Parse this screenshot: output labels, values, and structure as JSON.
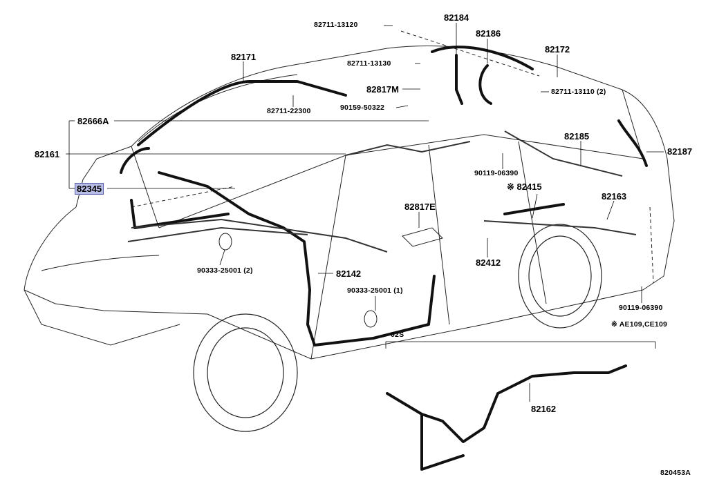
{
  "parts": {
    "p82711_13120": "82711-13120",
    "p82184": "82184",
    "p82186": "82186",
    "p82172": "82172",
    "p82711_13130": "82711-13130",
    "p82171": "82171",
    "p82817M": "82817M",
    "p82711_13110": "82711-13110 (2)",
    "p82711_22300": "82711-22300",
    "p90159_50322": "90159-50322",
    "p82666A": "82666A",
    "p82185": "82185",
    "p82161": "82161",
    "p82187": "82187",
    "p90119_06390_a": "90119-06390",
    "p82345": "82345",
    "p82415": "※ 82415",
    "p82163": "82163",
    "p82817E": "82817E",
    "p90333_25001_a": "90333-25001 (2)",
    "p82412": "82412",
    "p82142": "82142",
    "p90333_25001_b": "90333-25001 (1)",
    "p90119_06390_b": "90119-06390",
    "note": "※ AE109,CE109",
    "variant": "02S",
    "p82162": "82162",
    "drawing_no": "820453A"
  },
  "highlight_color": "#b8bde6"
}
